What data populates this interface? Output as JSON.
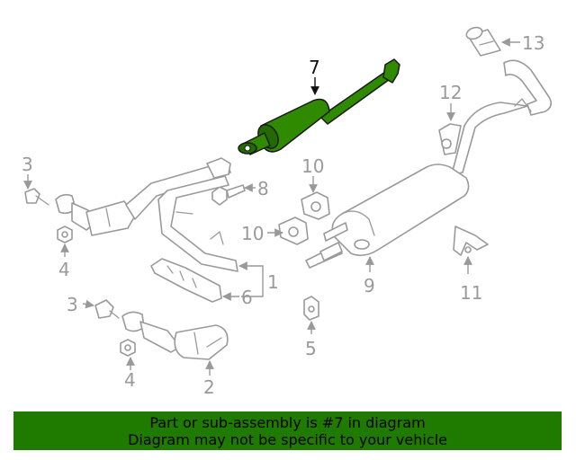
{
  "callouts": {
    "c1": "1",
    "c2": "2",
    "c3a": "3",
    "c3b": "3",
    "c4a": "4",
    "c4b": "4",
    "c5": "5",
    "c6": "6",
    "c7": "7",
    "c8": "8",
    "c9": "9",
    "c10a": "10",
    "c10b": "10",
    "c11": "11",
    "c12": "12",
    "c13": "13"
  },
  "highlight": {
    "part_number": "7",
    "color": "#2f8a00"
  },
  "banner": {
    "line1": "Part or sub-assembly is #7 in diagram",
    "line2": "Diagram may not be specific to your vehicle",
    "background": "#1f7a00"
  }
}
